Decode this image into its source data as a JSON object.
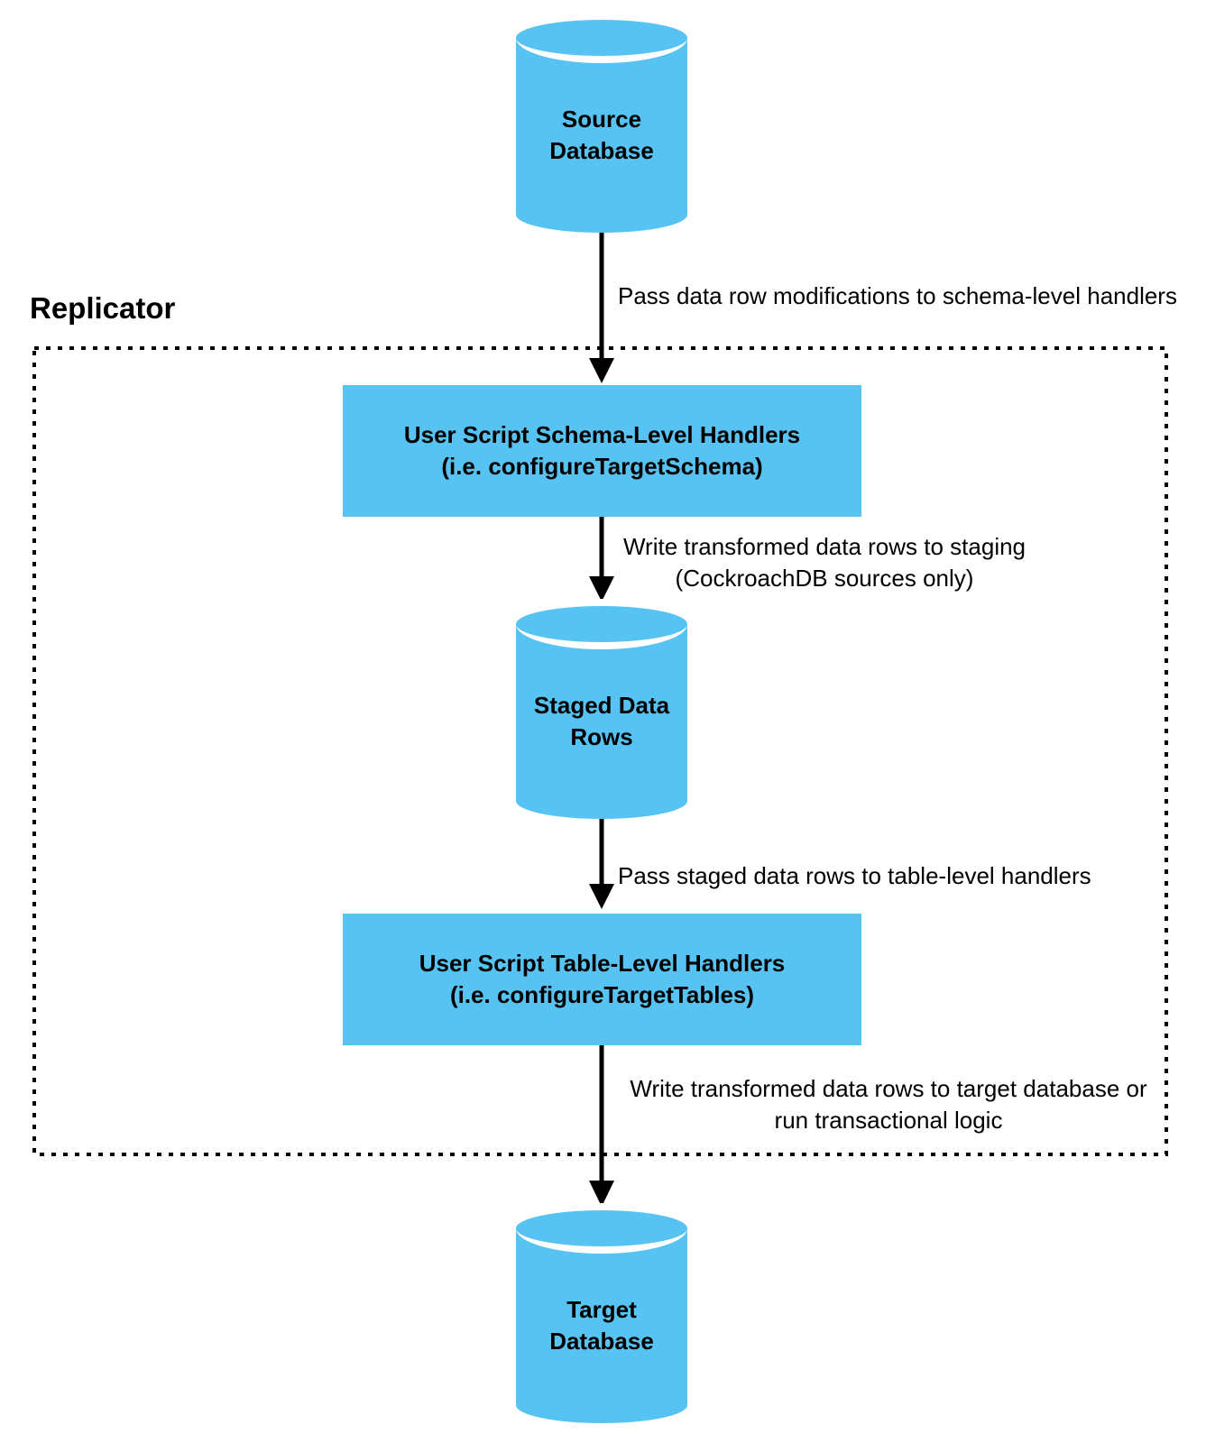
{
  "diagram": {
    "title": "Replicator",
    "nodes": {
      "source_db": {
        "type": "database",
        "line1": "Source",
        "line2": "Database"
      },
      "schema_handlers": {
        "type": "process",
        "line1": "User Script Schema-Level Handlers",
        "line2": "(i.e. configureTargetSchema)"
      },
      "staged_rows": {
        "type": "database",
        "line1": "Staged Data",
        "line2": "Rows"
      },
      "table_handlers": {
        "type": "process",
        "line1": "User Script Table-Level Handlers",
        "line2": "(i.e. configureTargetTables)"
      },
      "target_db": {
        "type": "database",
        "line1": "Target",
        "line2": "Database"
      }
    },
    "edges": {
      "source_to_schema": {
        "label": "Pass data row modifications to schema-level handlers"
      },
      "schema_to_staged": {
        "line1": "Write transformed data rows to staging",
        "line2": "(CockroachDB sources only)"
      },
      "staged_to_table": {
        "label": "Pass staged data rows to table-level handlers"
      },
      "table_to_target": {
        "line1": "Write transformed data rows to target database or",
        "line2": "run transactional logic"
      }
    },
    "colors": {
      "node_fill": "#57C3F2",
      "line": "#000000",
      "text": "#000000",
      "background": "#FFFFFF"
    }
  }
}
